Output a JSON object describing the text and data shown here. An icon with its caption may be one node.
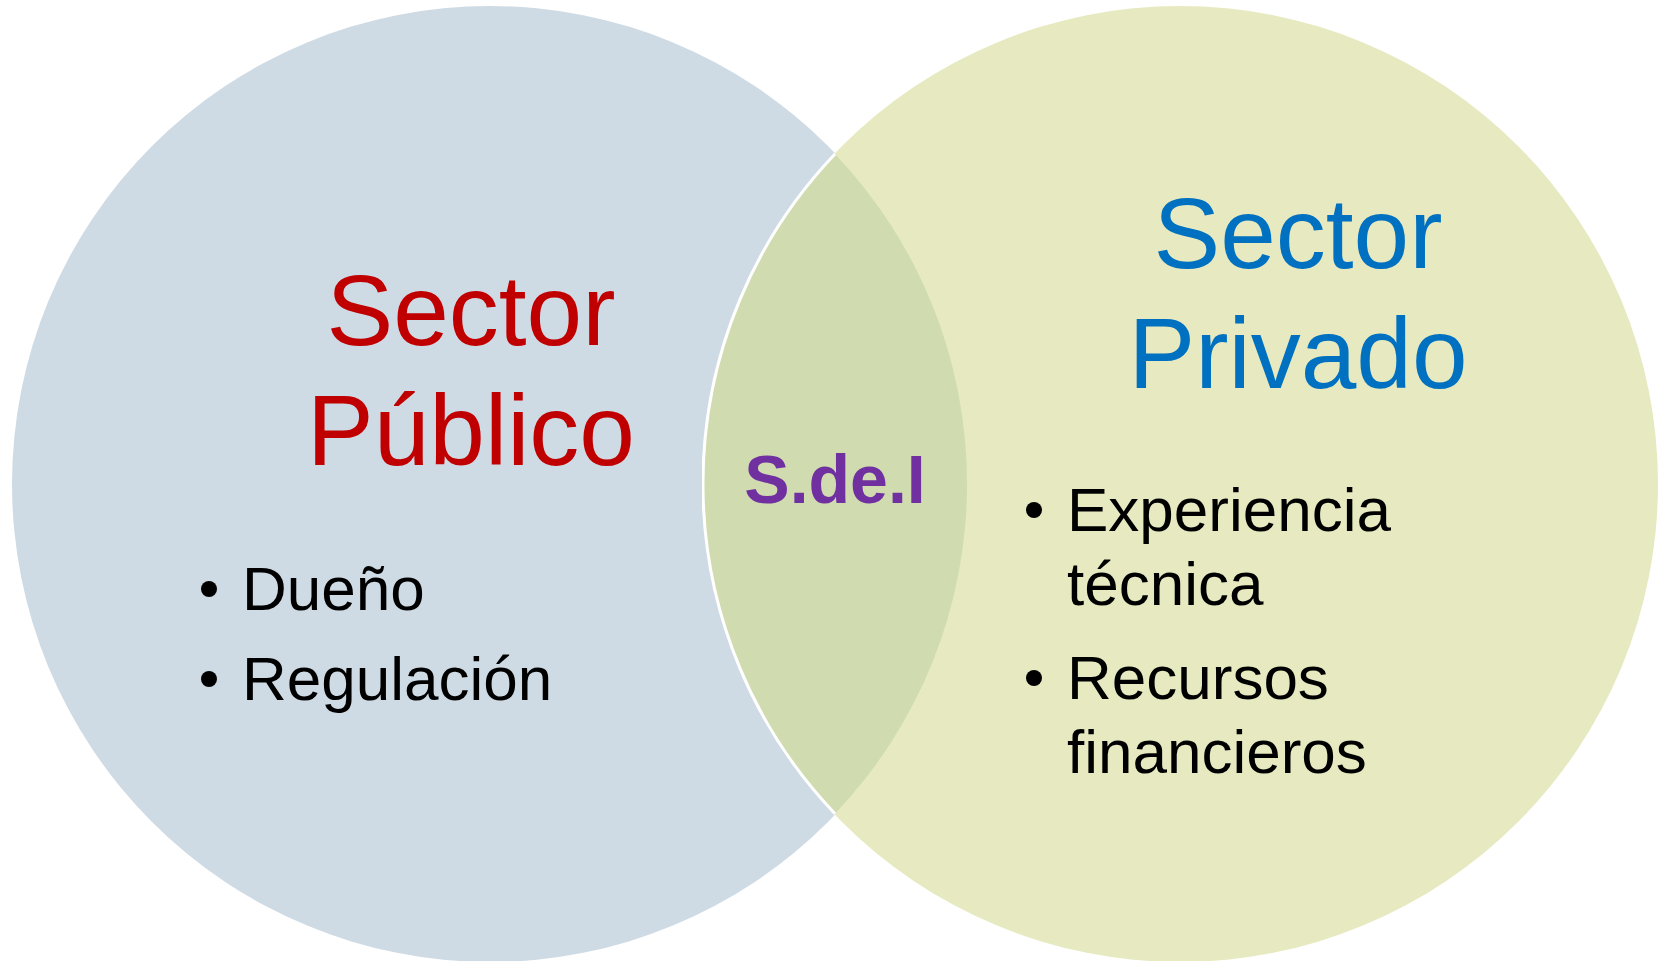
{
  "diagram": {
    "nodes": [
      {
        "text": [
          "Sector Público",
          "Dueño",
          "Regulación"
        ]
      },
      {
        "text": [
          "Sector Privado",
          "Experiencia técnica",
          "Recursos financieros"
        ]
      },
      {
        "text": [
          "S.de.I"
        ]
      }
    ]
  }
}
